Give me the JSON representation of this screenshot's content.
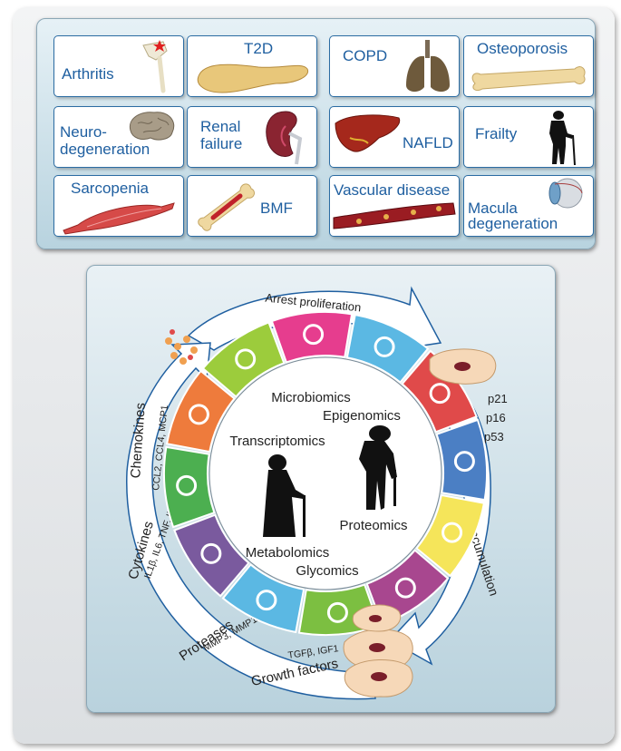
{
  "diseases": [
    {
      "id": "arthritis",
      "lines": [
        "Arthritis"
      ]
    },
    {
      "id": "t2d",
      "lines": [
        "T2D"
      ]
    },
    {
      "id": "copd",
      "lines": [
        "COPD"
      ]
    },
    {
      "id": "osteoporosis",
      "lines": [
        "Osteoporosis"
      ]
    },
    {
      "id": "neurodegeneration",
      "lines": [
        "Neuro-",
        "degeneration"
      ]
    },
    {
      "id": "renal",
      "lines": [
        "Renal",
        "failure"
      ]
    },
    {
      "id": "nafld",
      "lines": [
        "NAFLD"
      ]
    },
    {
      "id": "frailty",
      "lines": [
        "Frailty"
      ]
    },
    {
      "id": "sarcopenia",
      "lines": [
        "Sarcopenia"
      ]
    },
    {
      "id": "bmf",
      "lines": [
        "BMF"
      ]
    },
    {
      "id": "vascular",
      "lines": [
        "Vascular disease"
      ]
    },
    {
      "id": "macula",
      "lines": [
        "Macula",
        "degeneration"
      ]
    }
  ],
  "cycle": {
    "arrest": "Arrest proliferation",
    "accumulation": "Accumulation",
    "markers": [
      "p21",
      "p16",
      "p53"
    ],
    "chemokines": "Chemokines",
    "chemokines_list": "CCL2, CCL4, MCP1",
    "cytokines": "Cytokines",
    "cytokines_list": "IL1β, IL6, TNF, IL8",
    "proteases": "Proteases",
    "proteases_list": "MMP3, MMP13",
    "growth": "Growth factors",
    "growth_list": "TGFβ, IGF1"
  },
  "omics": {
    "microbiomics": "Microbiomics",
    "epigenomics": "Epigenomics",
    "transcriptomics": "Transcriptomics",
    "proteomics": "Proteomics",
    "metabolomics": "Metabolomics",
    "glycomics": "Glycomics"
  },
  "segment_colors": [
    "#e63d8e",
    "#5bb8e3",
    "#e04a4a",
    "#4b7fc4",
    "#f5e55a",
    "#a8478f",
    "#7cbf41",
    "#5bb8e3",
    "#7a5a9e",
    "#4caf50",
    "#ee7b3c",
    "#9ccc3c"
  ]
}
